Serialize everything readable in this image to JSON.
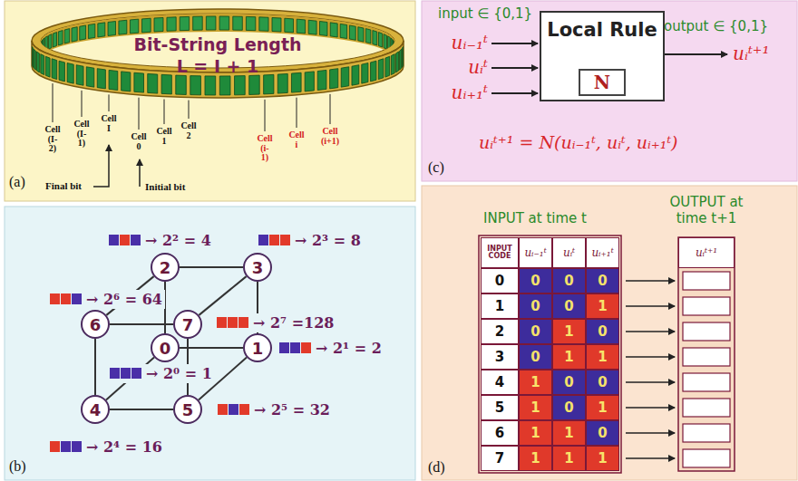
{
  "diagram": {
    "nodes": [
      {
        "text": [
          "2"
        ]
      },
      {
        "text": [
          "3"
        ]
      },
      {
        "text": [
          "6"
        ]
      },
      {
        "text": [
          "7"
        ]
      },
      {
        "text": [
          "0"
        ]
      },
      {
        "text": [
          "1"
        ]
      },
      {
        "text": [
          "4"
        ]
      },
      {
        "text": [
          "5"
        ]
      },
      {
        "text": [
          "Local Rule"
        ]
      },
      {
        "text": [
          "N"
        ],
        "in": 8
      }
    ],
    "edges": [
      {
        "from": 4,
        "to": 5,
        "arrow": "none"
      },
      {
        "from": 4,
        "to": 0,
        "arrow": "none"
      },
      {
        "from": 4,
        "to": 6,
        "arrow": "none"
      },
      {
        "from": 5,
        "to": 1,
        "arrow": "none"
      },
      {
        "from": 5,
        "to": 7,
        "arrow": "none"
      },
      {
        "from": 0,
        "to": 1,
        "arrow": "none"
      },
      {
        "from": 0,
        "to": 2,
        "arrow": "none"
      },
      {
        "from": 1,
        "to": 3,
        "arrow": "none"
      },
      {
        "from": 6,
        "to": 7,
        "arrow": "none"
      },
      {
        "from": 6,
        "to": 2,
        "arrow": "none"
      },
      {
        "from": 7,
        "to": 3,
        "arrow": "none"
      },
      {
        "from": 2,
        "to": 3,
        "arrow": "none"
      }
    ],
    "labels": [
      "Bit-String Length",
      "L = I + 1",
      "Cell (I-2)",
      "Cell (I-1)",
      "Cell I",
      "Cell 0",
      "Cell 1",
      "Cell 2",
      "Cell (i-1)",
      "Cell i",
      "Cell (i+1)",
      "Final bit",
      "Initial bit",
      "(a)",
      "→ 2² = 4",
      "→ 2³ = 8",
      "→ 2⁶ = 64",
      "→ 2⁷ =128",
      "→ 2¹ = 2",
      "→ 2⁰ = 1",
      "→ 2⁵ = 32",
      "→ 2⁴ = 16",
      "(b)",
      "input ∈ {0,1}",
      "uᵢ₋₁ᵗ",
      "uᵢᵗ",
      "uᵢ₊₁ᵗ",
      "output ∈ {0,1}",
      "uᵢᵗ⁺¹",
      "uᵢᵗ⁺¹ = N(uᵢ₋₁ᵗ, uᵢᵗ, uᵢ₊₁ᵗ)",
      "(c)",
      "INPUT at time t",
      "OUTPUT at time t+1",
      "INPUT CODE",
      "uᵢ₋₁ᵗ",
      "uᵢᵗ",
      "uᵢ₊₁ᵗ",
      "uᵢᵗ⁺¹",
      "0",
      "0",
      "0",
      "0",
      "1",
      "0",
      "0",
      "1",
      "2",
      "0",
      "1",
      "0",
      "3",
      "0",
      "1",
      "1",
      "4",
      "1",
      "0",
      "0",
      "5",
      "1",
      "0",
      "1",
      "6",
      "1",
      "1",
      "0",
      "7",
      "1",
      "1",
      "1",
      "(d)"
    ]
  }
}
